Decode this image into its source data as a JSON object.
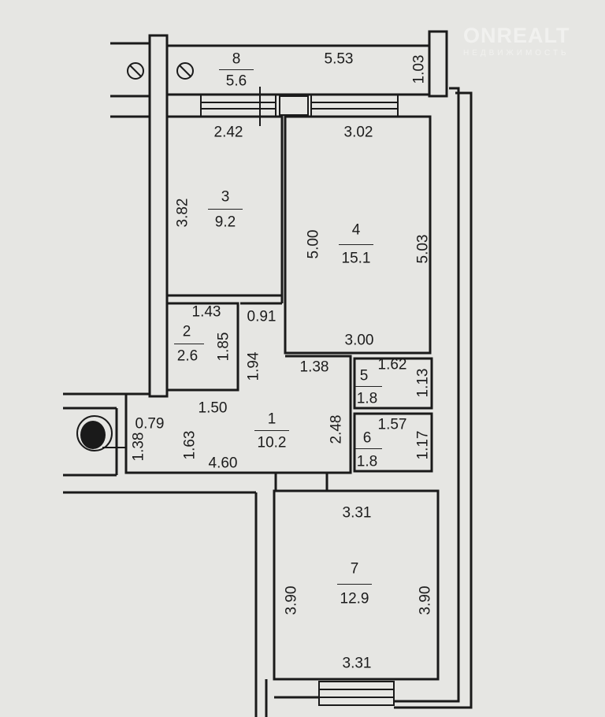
{
  "watermark": {
    "brand": "ONREALT",
    "sub": "НЕДВИЖИМОСТЬ"
  },
  "rooms": {
    "r8": {
      "number": "8",
      "area": "5.6",
      "dims": [
        "5.53",
        "1.03"
      ]
    },
    "r3": {
      "number": "3",
      "area": "9.2",
      "dims": [
        "2.42",
        "3.82"
      ]
    },
    "r4": {
      "number": "4",
      "area": "15.1",
      "dims": [
        "3.02",
        "5.00",
        "5.03",
        "3.00"
      ]
    },
    "r2": {
      "number": "2",
      "area": "2.6",
      "dims": [
        "1.43",
        "1.85"
      ]
    },
    "r1": {
      "number": "1",
      "area": "10.2",
      "dims": [
        "0.91",
        "1.94",
        "1.38",
        "1.50",
        "0.79",
        "1.63",
        "2.48",
        "4.60",
        "1.38"
      ]
    },
    "r5": {
      "number": "5",
      "area": "1.8",
      "dims": [
        "1.62",
        "1.13"
      ]
    },
    "r6": {
      "number": "6",
      "area": "1.8",
      "dims": [
        "1.57",
        "1.17"
      ]
    },
    "r7": {
      "number": "7",
      "area": "12.9",
      "dims": [
        "3.31",
        "3.90",
        "3.90",
        "3.31"
      ]
    }
  }
}
